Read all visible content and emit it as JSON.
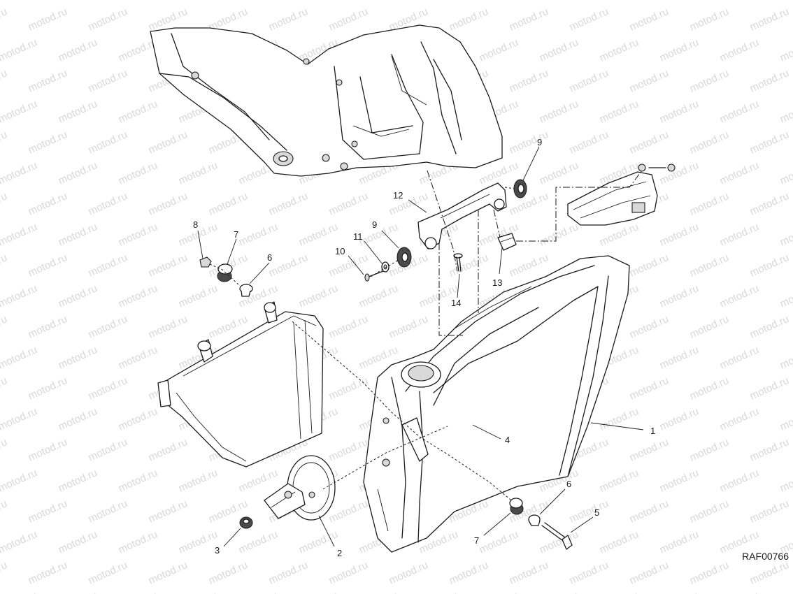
{
  "watermark": "motod.ru",
  "diagram_code": "RAF00766",
  "callouts": [
    {
      "id": "c1",
      "label": "1"
    },
    {
      "id": "c2",
      "label": "2"
    },
    {
      "id": "c3",
      "label": "3"
    },
    {
      "id": "c4",
      "label": "4"
    },
    {
      "id": "c5",
      "label": "5"
    },
    {
      "id": "c6a",
      "label": "6"
    },
    {
      "id": "c6b",
      "label": "6"
    },
    {
      "id": "c7a",
      "label": "7"
    },
    {
      "id": "c7b",
      "label": "7"
    },
    {
      "id": "c8",
      "label": "8"
    },
    {
      "id": "c9a",
      "label": "9"
    },
    {
      "id": "c9b",
      "label": "9"
    },
    {
      "id": "c10",
      "label": "10"
    },
    {
      "id": "c11",
      "label": "11"
    },
    {
      "id": "c12",
      "label": "12"
    },
    {
      "id": "c13",
      "label": "13"
    },
    {
      "id": "c14",
      "label": "14"
    }
  ],
  "colors": {
    "line": "#1a1a1a",
    "background": "#ffffff",
    "watermark": "#d8d8d8",
    "shade": "#d9d9d9"
  }
}
